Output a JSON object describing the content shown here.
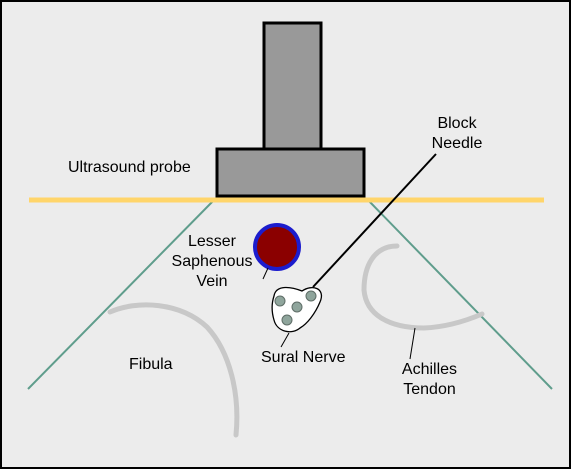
{
  "labels": {
    "probe": "Ultrasound probe",
    "vein": [
      "Lesser",
      "Saphenous",
      "Vein"
    ],
    "needle": [
      "Block",
      "Needle"
    ],
    "fibula": "Fibula",
    "nerve": "Sural Nerve",
    "tendon": [
      "Achilles",
      "Tendon"
    ]
  },
  "colors": {
    "background": "#ececec",
    "probe_fill": "#999999",
    "skin_line": "#ffd56a",
    "beam_edge": "#5f9d8c",
    "vein_fill": "#8b0000",
    "vein_ring": "#1c1ccd",
    "nerve_fascicle": "#8fa59c",
    "bone_outline": "#c8c8c8"
  }
}
